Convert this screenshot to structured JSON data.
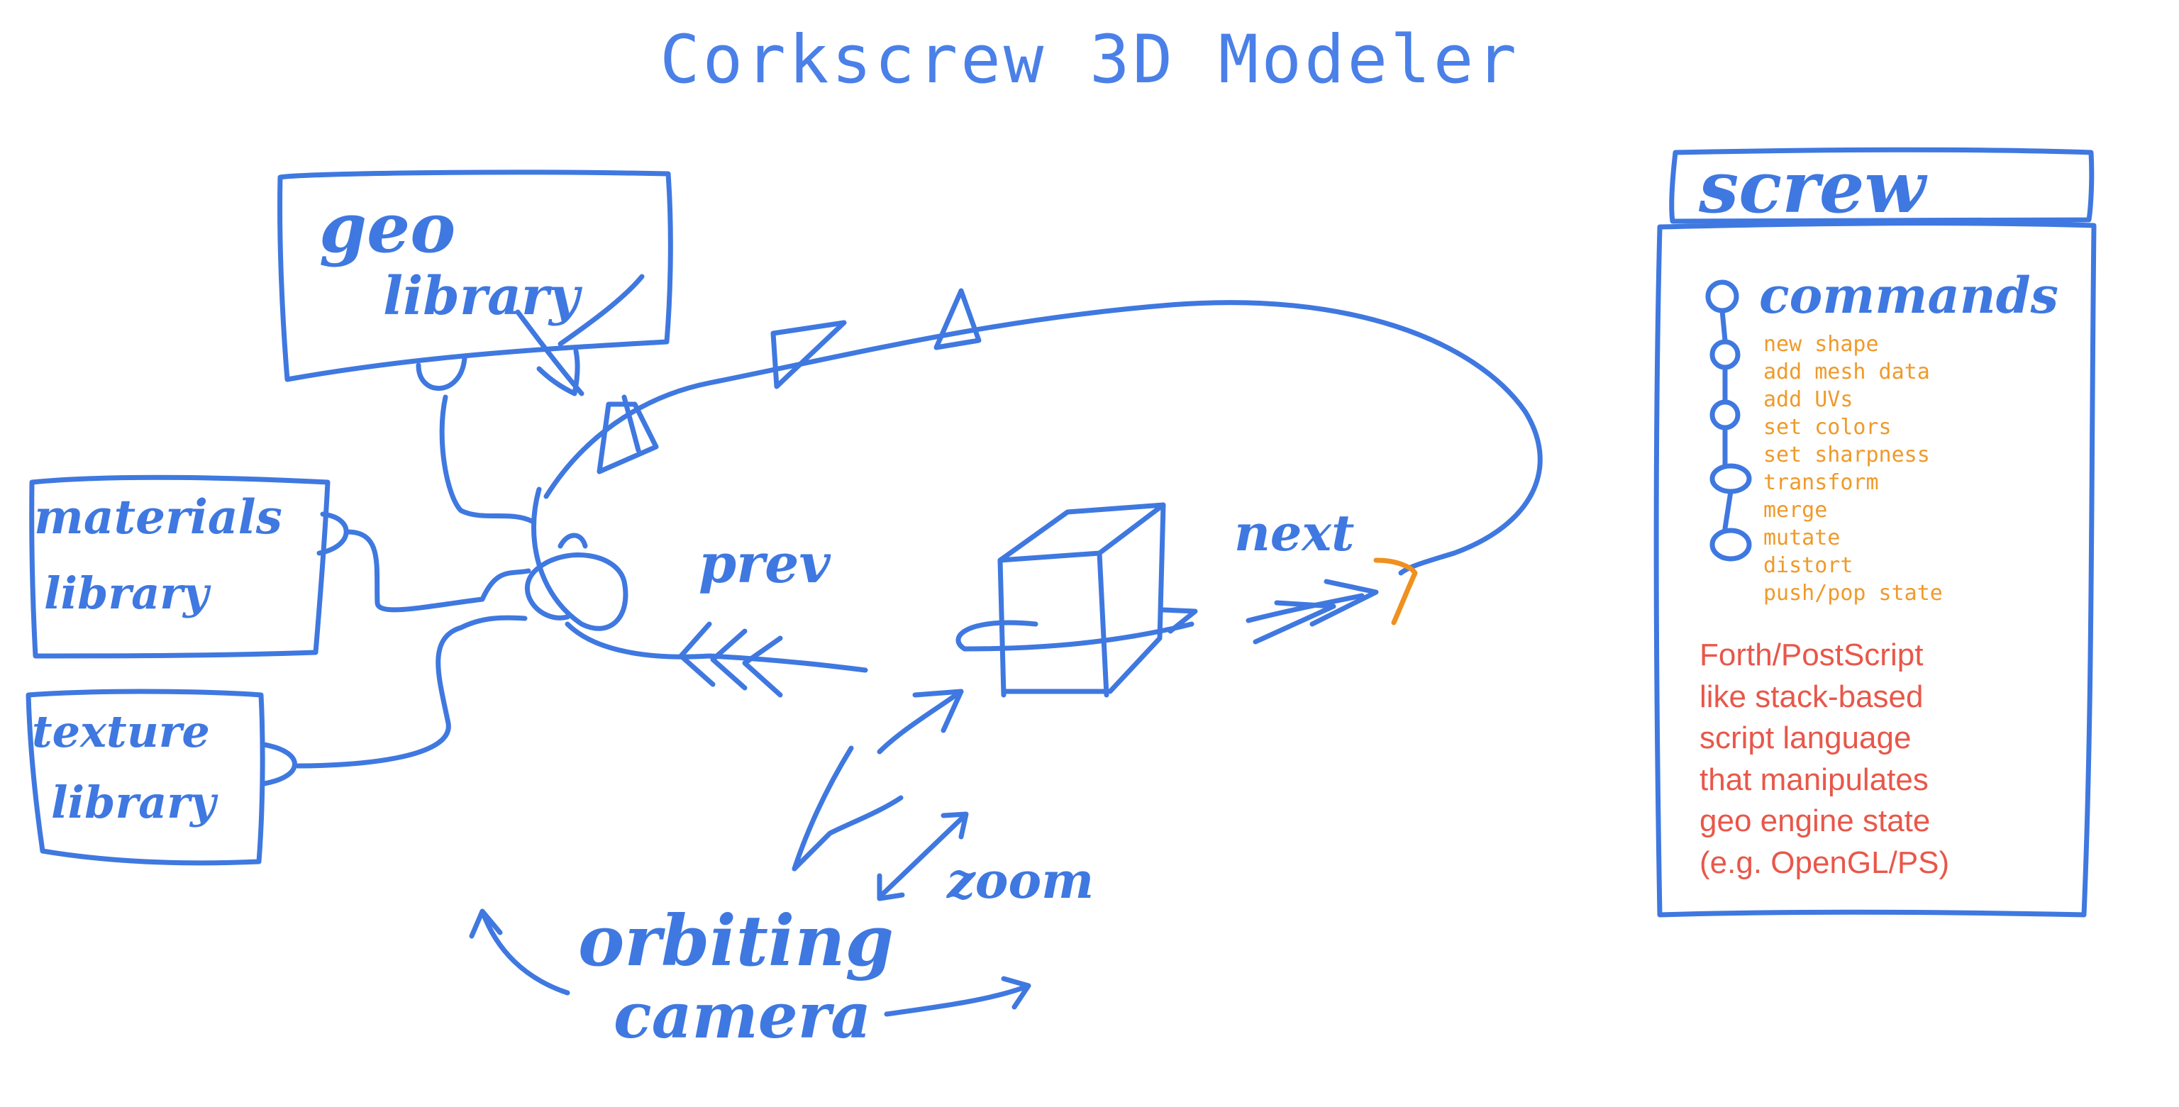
{
  "title": "Corkscrew 3D Modeler",
  "geo_library": {
    "line1": "geo",
    "line2": "library"
  },
  "materials_library": {
    "line1": "materials",
    "line2": "library"
  },
  "texture_library": {
    "line1": "texture",
    "line2": "library"
  },
  "labels": {
    "prev": "prev",
    "next": "next",
    "zoom": "zoom",
    "camera_line1": "orbiting",
    "camera_line2": "camera"
  },
  "screw_panel": {
    "header": "screw",
    "commands_heading": "commands",
    "commands": [
      "new shape",
      "add mesh data",
      "add UVs",
      "set colors",
      "set sharpness",
      "transform",
      "merge",
      "mutate",
      "distort",
      "push/pop state"
    ],
    "description_lines": [
      "Forth/PostScript",
      "like stack-based",
      "script language",
      "that manipulates",
      "geo engine state",
      "(e.g. OpenGL/PS)"
    ]
  },
  "colors": {
    "ink_blue": "#3f78e0",
    "title_blue": "#4a80e8",
    "command_orange": "#ef9a2a",
    "next_arrow_orange": "#f0901e",
    "description_red": "#e8574a"
  }
}
